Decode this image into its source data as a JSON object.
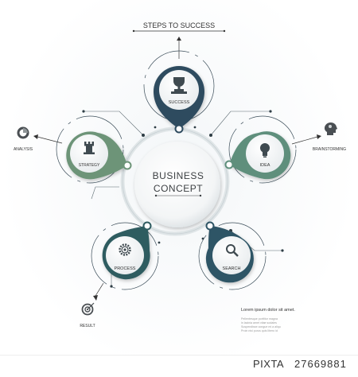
{
  "title": "STEPS TO SUCCESS",
  "center": {
    "line1": "BUSINESS",
    "line2": "CONCEPT"
  },
  "nodes": [
    {
      "label": "SUCCESS",
      "icon": "trophy-icon",
      "color": "#2e4b5f"
    },
    {
      "label": "IDEA",
      "icon": "lightbulb-icon",
      "color": "#5f8f7c"
    },
    {
      "label": "SEARCH",
      "icon": "magnifier-icon",
      "color": "#2f5566"
    },
    {
      "label": "PROCESS",
      "icon": "gear-icon",
      "color": "#2e5b60"
    },
    {
      "label": "STRATEGY",
      "icon": "chess-rook-icon",
      "color": "#6d9478"
    }
  ],
  "outer_labels": {
    "analysis": "ANALYSIS",
    "brainstorming": "BRAINSTORMING",
    "result": "RESULT"
  },
  "caption": {
    "heading": "Lorem ipsum dolor sit amet.",
    "lines": [
      "Pellentesque porttitor magna",
      "in lacinia amet vitae sodales",
      "Suspendisse congue mi a aliqu",
      "Proin nisi purus quis libero id"
    ]
  },
  "footer": {
    "brand": "PIXTA",
    "stock_id": "27669881"
  }
}
